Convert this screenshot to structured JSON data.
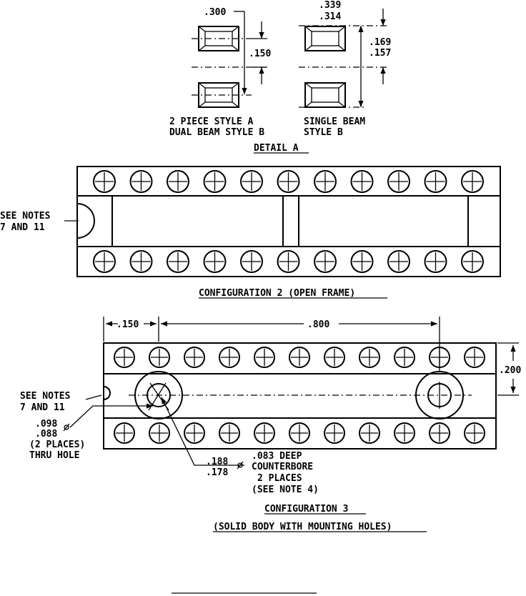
{
  "detail_a": {
    "dim_width_left": ".300",
    "dim_pitch_left": ".150",
    "dim_width_right_max": ".339",
    "dim_width_right_min": ".314",
    "dim_pitch_right_max": ".169",
    "dim_pitch_right_min": ".157",
    "caption_left_1": "2 PIECE STYLE A",
    "caption_left_2": "DUAL BEAM STYLE B",
    "caption_right_1": "SINGLE BEAM",
    "caption_right_2": "STYLE B",
    "title": "DETAIL A"
  },
  "config2": {
    "note_1": "SEE NOTES",
    "note_2": "7 AND 11",
    "title": "CONFIGURATION 2 (OPEN FRAME)"
  },
  "config3": {
    "dim_edge": ".150",
    "dim_span": ".800",
    "dim_height": ".200",
    "note_1": "SEE NOTES",
    "note_2": "7 AND 11",
    "hole_dia_max": ".098",
    "hole_dia_min": ".088",
    "hole_places": "(2 PLACES)",
    "hole_type": "THRU HOLE",
    "cb_dia_max": ".188",
    "cb_dia_min": ".178",
    "cb_line_1": ".083 DEEP",
    "cb_line_2": "COUNTERBORE",
    "cb_line_3": "2 PLACES",
    "cb_line_4": "(SEE NOTE 4)",
    "title": "CONFIGURATION 3",
    "subtitle": "(SOLID BODY WITH MOUNTING HOLES)"
  },
  "pins_per_row": 11
}
